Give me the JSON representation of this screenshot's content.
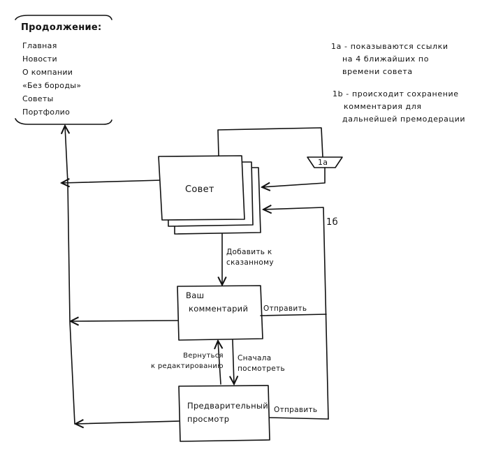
{
  "continuation": {
    "title": "Продолжение:",
    "items": [
      "Главная",
      "Новости",
      "О компании",
      "«Без бороды»",
      "Советы",
      "Портфолио"
    ]
  },
  "notes": {
    "note_1a": {
      "lines": [
        "1а - показываются ссылки",
        "на 4 ближайших по",
        "времени совета"
      ]
    },
    "note_1b": {
      "lines": [
        "1b - происходит сохранение",
        "комментария для",
        "дальнейшей премодерации"
      ]
    }
  },
  "nodes": {
    "advice": "Совет",
    "marker_1a": "1а",
    "comment": [
      "Ваш",
      "комментарий"
    ],
    "preview": [
      "Предварительный",
      "просмотр"
    ]
  },
  "edges": {
    "add_to_said": [
      "Добавить к",
      "сказанному"
    ],
    "send_1": "Отправить",
    "send_2": "Отправить",
    "return_edit": [
      "Вернуться",
      "к редактированию"
    ],
    "preview_first": [
      "Сначала",
      "посмотреть"
    ],
    "label_1b": "1б"
  }
}
